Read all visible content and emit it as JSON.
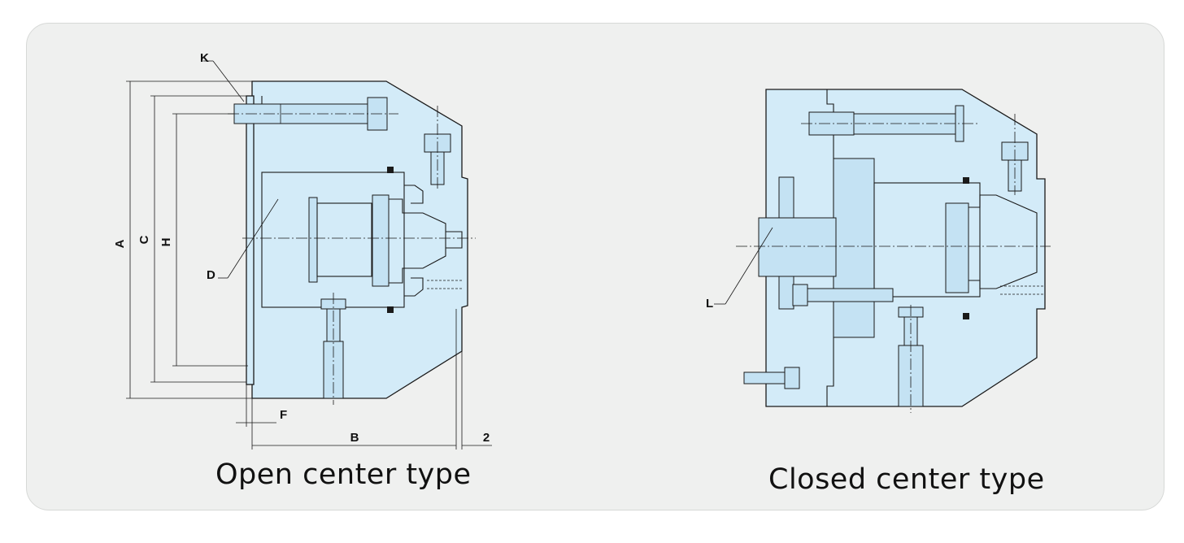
{
  "captions": {
    "open": "Open center type",
    "closed": "Closed center type"
  },
  "dimension_labels": {
    "A": "A",
    "B": "B",
    "C": "C",
    "D": "D",
    "F": "F",
    "H": "H",
    "K": "K",
    "L": "L",
    "gap": "2"
  },
  "colors": {
    "body_fill": "#d3ebf8",
    "outline": "#1a1a1a",
    "panel_bg": "#eff0ef"
  }
}
